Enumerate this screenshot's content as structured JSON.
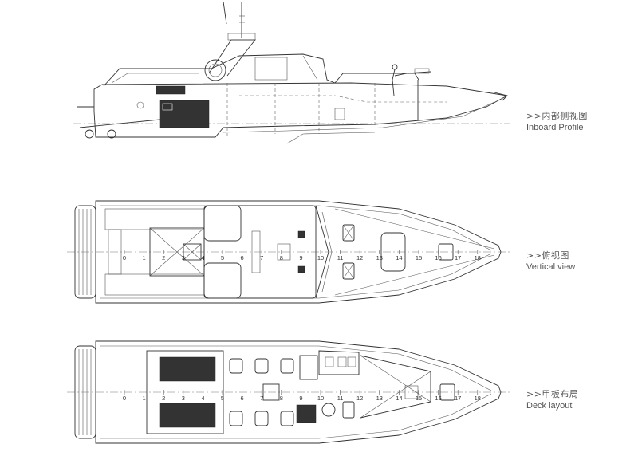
{
  "views": [
    {
      "id": "inboard",
      "label_cn": ">>内部侧视图",
      "label_en": "Inboard Profile"
    },
    {
      "id": "vertical",
      "label_cn": ">>俯视图",
      "label_en": "Vertical view"
    },
    {
      "id": "deck",
      "label_cn": ">>甲板布局",
      "label_en": "Deck layout"
    }
  ],
  "frame_numbers": [
    "0",
    "1",
    "2",
    "3",
    "4",
    "5",
    "6",
    "7",
    "8",
    "9",
    "10",
    "11",
    "12",
    "13",
    "14",
    "15",
    "16",
    "17",
    "18"
  ]
}
